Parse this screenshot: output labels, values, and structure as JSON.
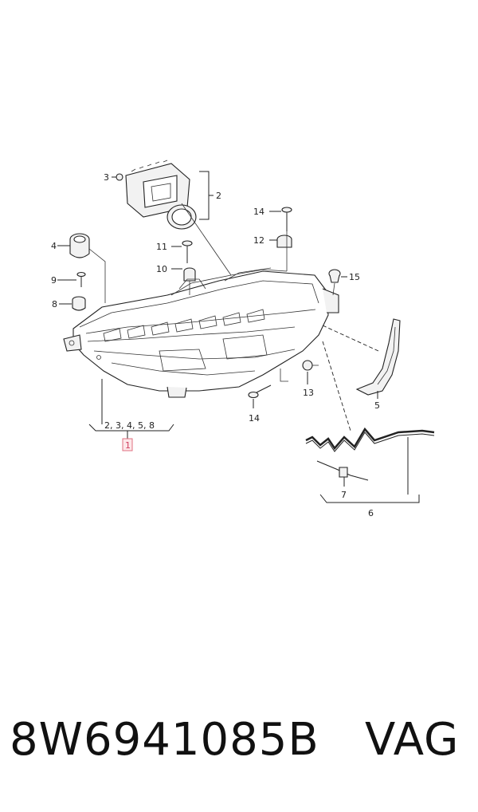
{
  "diagram": {
    "callouts": {
      "c1": "1",
      "c2": "2",
      "c3": "3",
      "c4": "4",
      "c5": "5",
      "c6": "6",
      "c7": "7",
      "c8": "8",
      "c9": "9",
      "c10": "10",
      "c11": "11",
      "c12": "12",
      "c13": "13",
      "c14a": "14",
      "c14b": "14",
      "c15": "15",
      "group": "2, 3, 4, 5, 8"
    }
  },
  "caption": {
    "part_number": "8W6941085B",
    "brand": "VAG"
  }
}
